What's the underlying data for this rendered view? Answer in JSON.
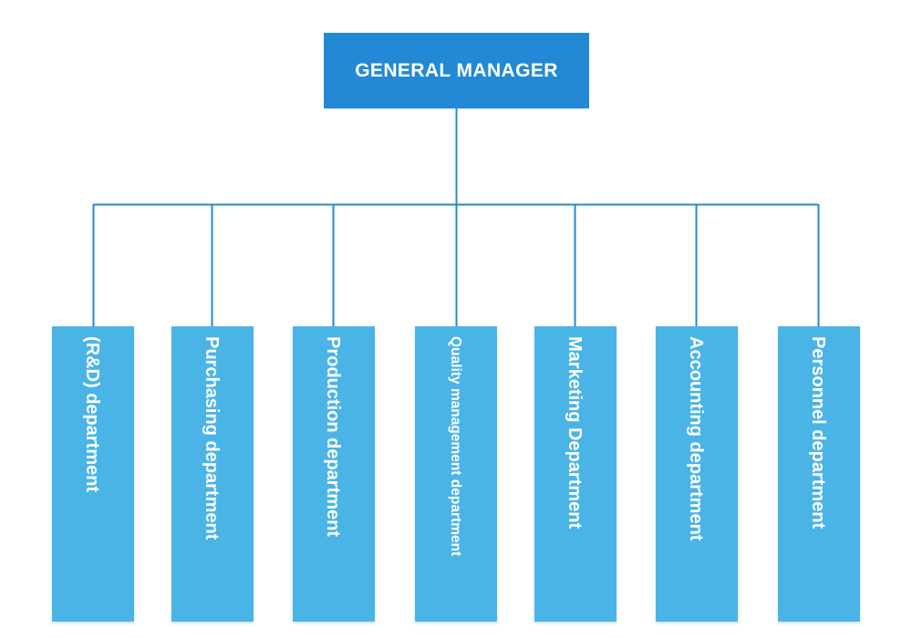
{
  "chart": {
    "type": "org-chart",
    "background_color": "#FFFFFF",
    "connector_color": "#2389D4",
    "root": {
      "label": "GENERAL MANAGER",
      "fill_color": "#2389D4",
      "text_color": "#FFFFFF"
    },
    "departments": [
      {
        "label": "(R&D) department",
        "fill_color": "#4BB4E6",
        "text_color": "#FFFFFF",
        "font_size": "normal"
      },
      {
        "label": "Purchasing department",
        "fill_color": "#4BB4E6",
        "text_color": "#FFFFFF",
        "font_size": "normal"
      },
      {
        "label": "Production department",
        "fill_color": "#4BB4E6",
        "text_color": "#FFFFFF",
        "font_size": "normal"
      },
      {
        "label": "Quality management department",
        "fill_color": "#4BB4E6",
        "text_color": "#FFFFFF",
        "font_size": "small"
      },
      {
        "label": "Marketing Department",
        "fill_color": "#4BB4E6",
        "text_color": "#FFFFFF",
        "font_size": "normal"
      },
      {
        "label": "Accounting department",
        "fill_color": "#4BB4E6",
        "text_color": "#FFFFFF",
        "font_size": "normal"
      },
      {
        "label": "Personnel department",
        "fill_color": "#4BB4E6",
        "text_color": "#FFFFFF",
        "font_size": "normal"
      }
    ]
  }
}
